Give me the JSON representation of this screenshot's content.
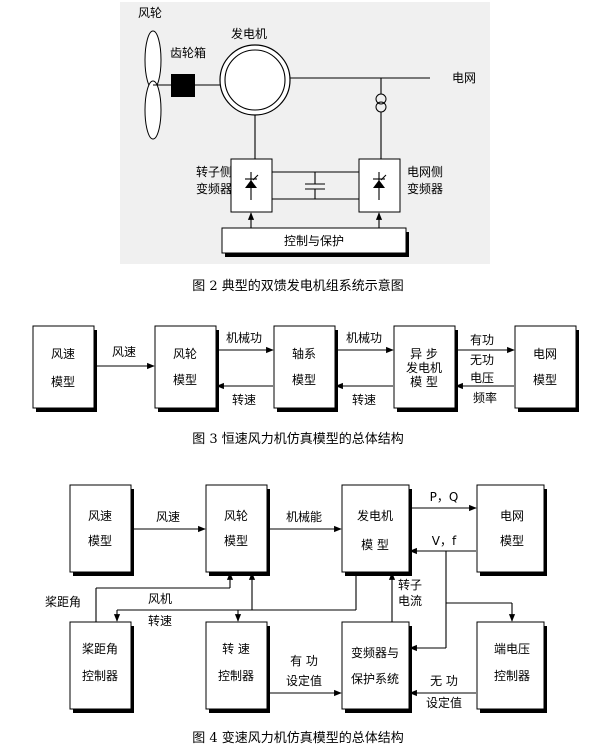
{
  "fig2": {
    "wind_rotor": "风轮",
    "gearbox": "齿轮箱",
    "generator": "发电机",
    "grid": "电网",
    "rotor_converter": [
      "转子侧",
      "变频器"
    ],
    "grid_converter": [
      "电网侧",
      "变频器"
    ],
    "control": "控制与保护",
    "caption": "图 2  典型的双馈发电机组系统示意图"
  },
  "fig3": {
    "blocks": {
      "wind_speed_model": [
        "风速",
        "模型"
      ],
      "rotor_model": [
        "风轮",
        "模型"
      ],
      "shaft_model": [
        "轴系",
        "模型"
      ],
      "async_gen_model": [
        "异  步",
        "发电机",
        "模  型"
      ],
      "grid_model": [
        "电网",
        "模型"
      ]
    },
    "signals": {
      "wind_speed": "风速",
      "mech_power_1": "机械功",
      "mech_power_2": "机械功",
      "speed_1": "转速",
      "speed_2": "转速",
      "active": "有功",
      "reactive": "无功",
      "voltage": "电压",
      "frequency": "频率"
    },
    "caption": "图 3 恒速风力机仿真模型的总体结构"
  },
  "fig4": {
    "blocks": {
      "wind_speed_model": [
        "风速",
        "模型"
      ],
      "rotor_model": [
        "风轮",
        "模型"
      ],
      "gen_model": [
        "发电机",
        "模  型"
      ],
      "grid_model": [
        "电网",
        "模型"
      ],
      "pitch_ctrl": [
        "桨距角",
        "控制器"
      ],
      "speed_ctrl": [
        "转  速",
        "控制器"
      ],
      "converter": [
        "变频器与",
        "保护系统"
      ],
      "term_v_ctrl": [
        "端电压",
        "控制器"
      ]
    },
    "signals": {
      "wind_speed": "风速",
      "mech_energy": "机械能",
      "pq": "P，Q",
      "vf": "V，f",
      "pitch_angle": "桨距角",
      "turbine_speed": [
        "风机",
        "转速"
      ],
      "rotor_current": [
        "转子",
        "电流"
      ],
      "active_setpoint": [
        "有  功",
        "设定值"
      ],
      "reactive_setpoint": [
        "无  功",
        "设定值"
      ]
    },
    "caption": "图 4 变速风力机仿真模型的总体结构"
  }
}
